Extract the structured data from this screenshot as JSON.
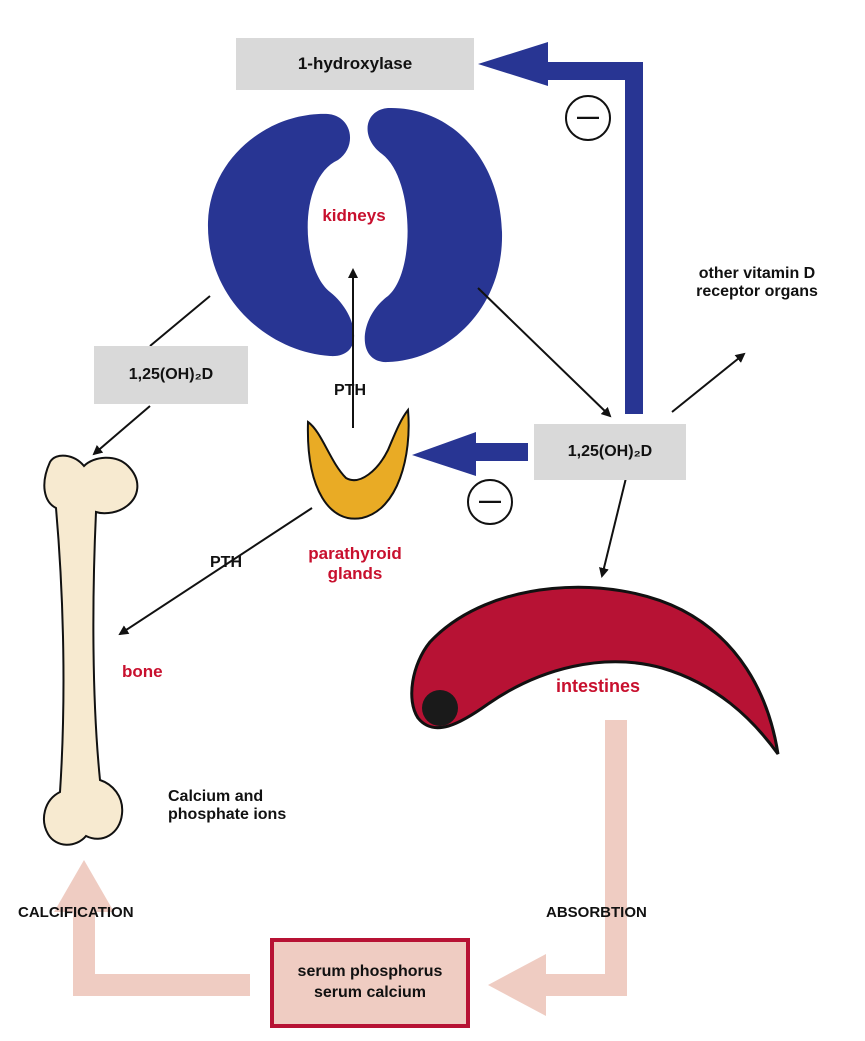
{
  "nodes": {
    "hydroxylase": "1-hydroxylase",
    "kidneys": "kidneys",
    "vitd_left": "1,25(OH)₂D",
    "vitd_right": "1,25(OH)₂D",
    "parathyroid": "parathyroid glands",
    "bone": "bone",
    "intestines": "intestines",
    "other_organs": "other vitamin D receptor organs",
    "ions": "Calcium and phosphate ions",
    "serum_line1": "serum phosphorus",
    "serum_line2": "serum calcium"
  },
  "edge_labels": {
    "pth_up": "PTH",
    "pth_to_bone": "PTH",
    "calcification": "CALCIFICATION",
    "absorption": "ABSORBTION",
    "inhibit_hydroxylase": "—",
    "inhibit_parathyroid": "—"
  },
  "colors": {
    "kidney_blue": "#283593",
    "arrow_blue": "#283593",
    "parathyroid_gold": "#e9ab25",
    "intestine_red": "#b71234",
    "bone_cream": "#f7ead0",
    "pink_arrow": "#efccc2",
    "label_red": "#c8102e",
    "box_gray": "#d9d9d9"
  }
}
